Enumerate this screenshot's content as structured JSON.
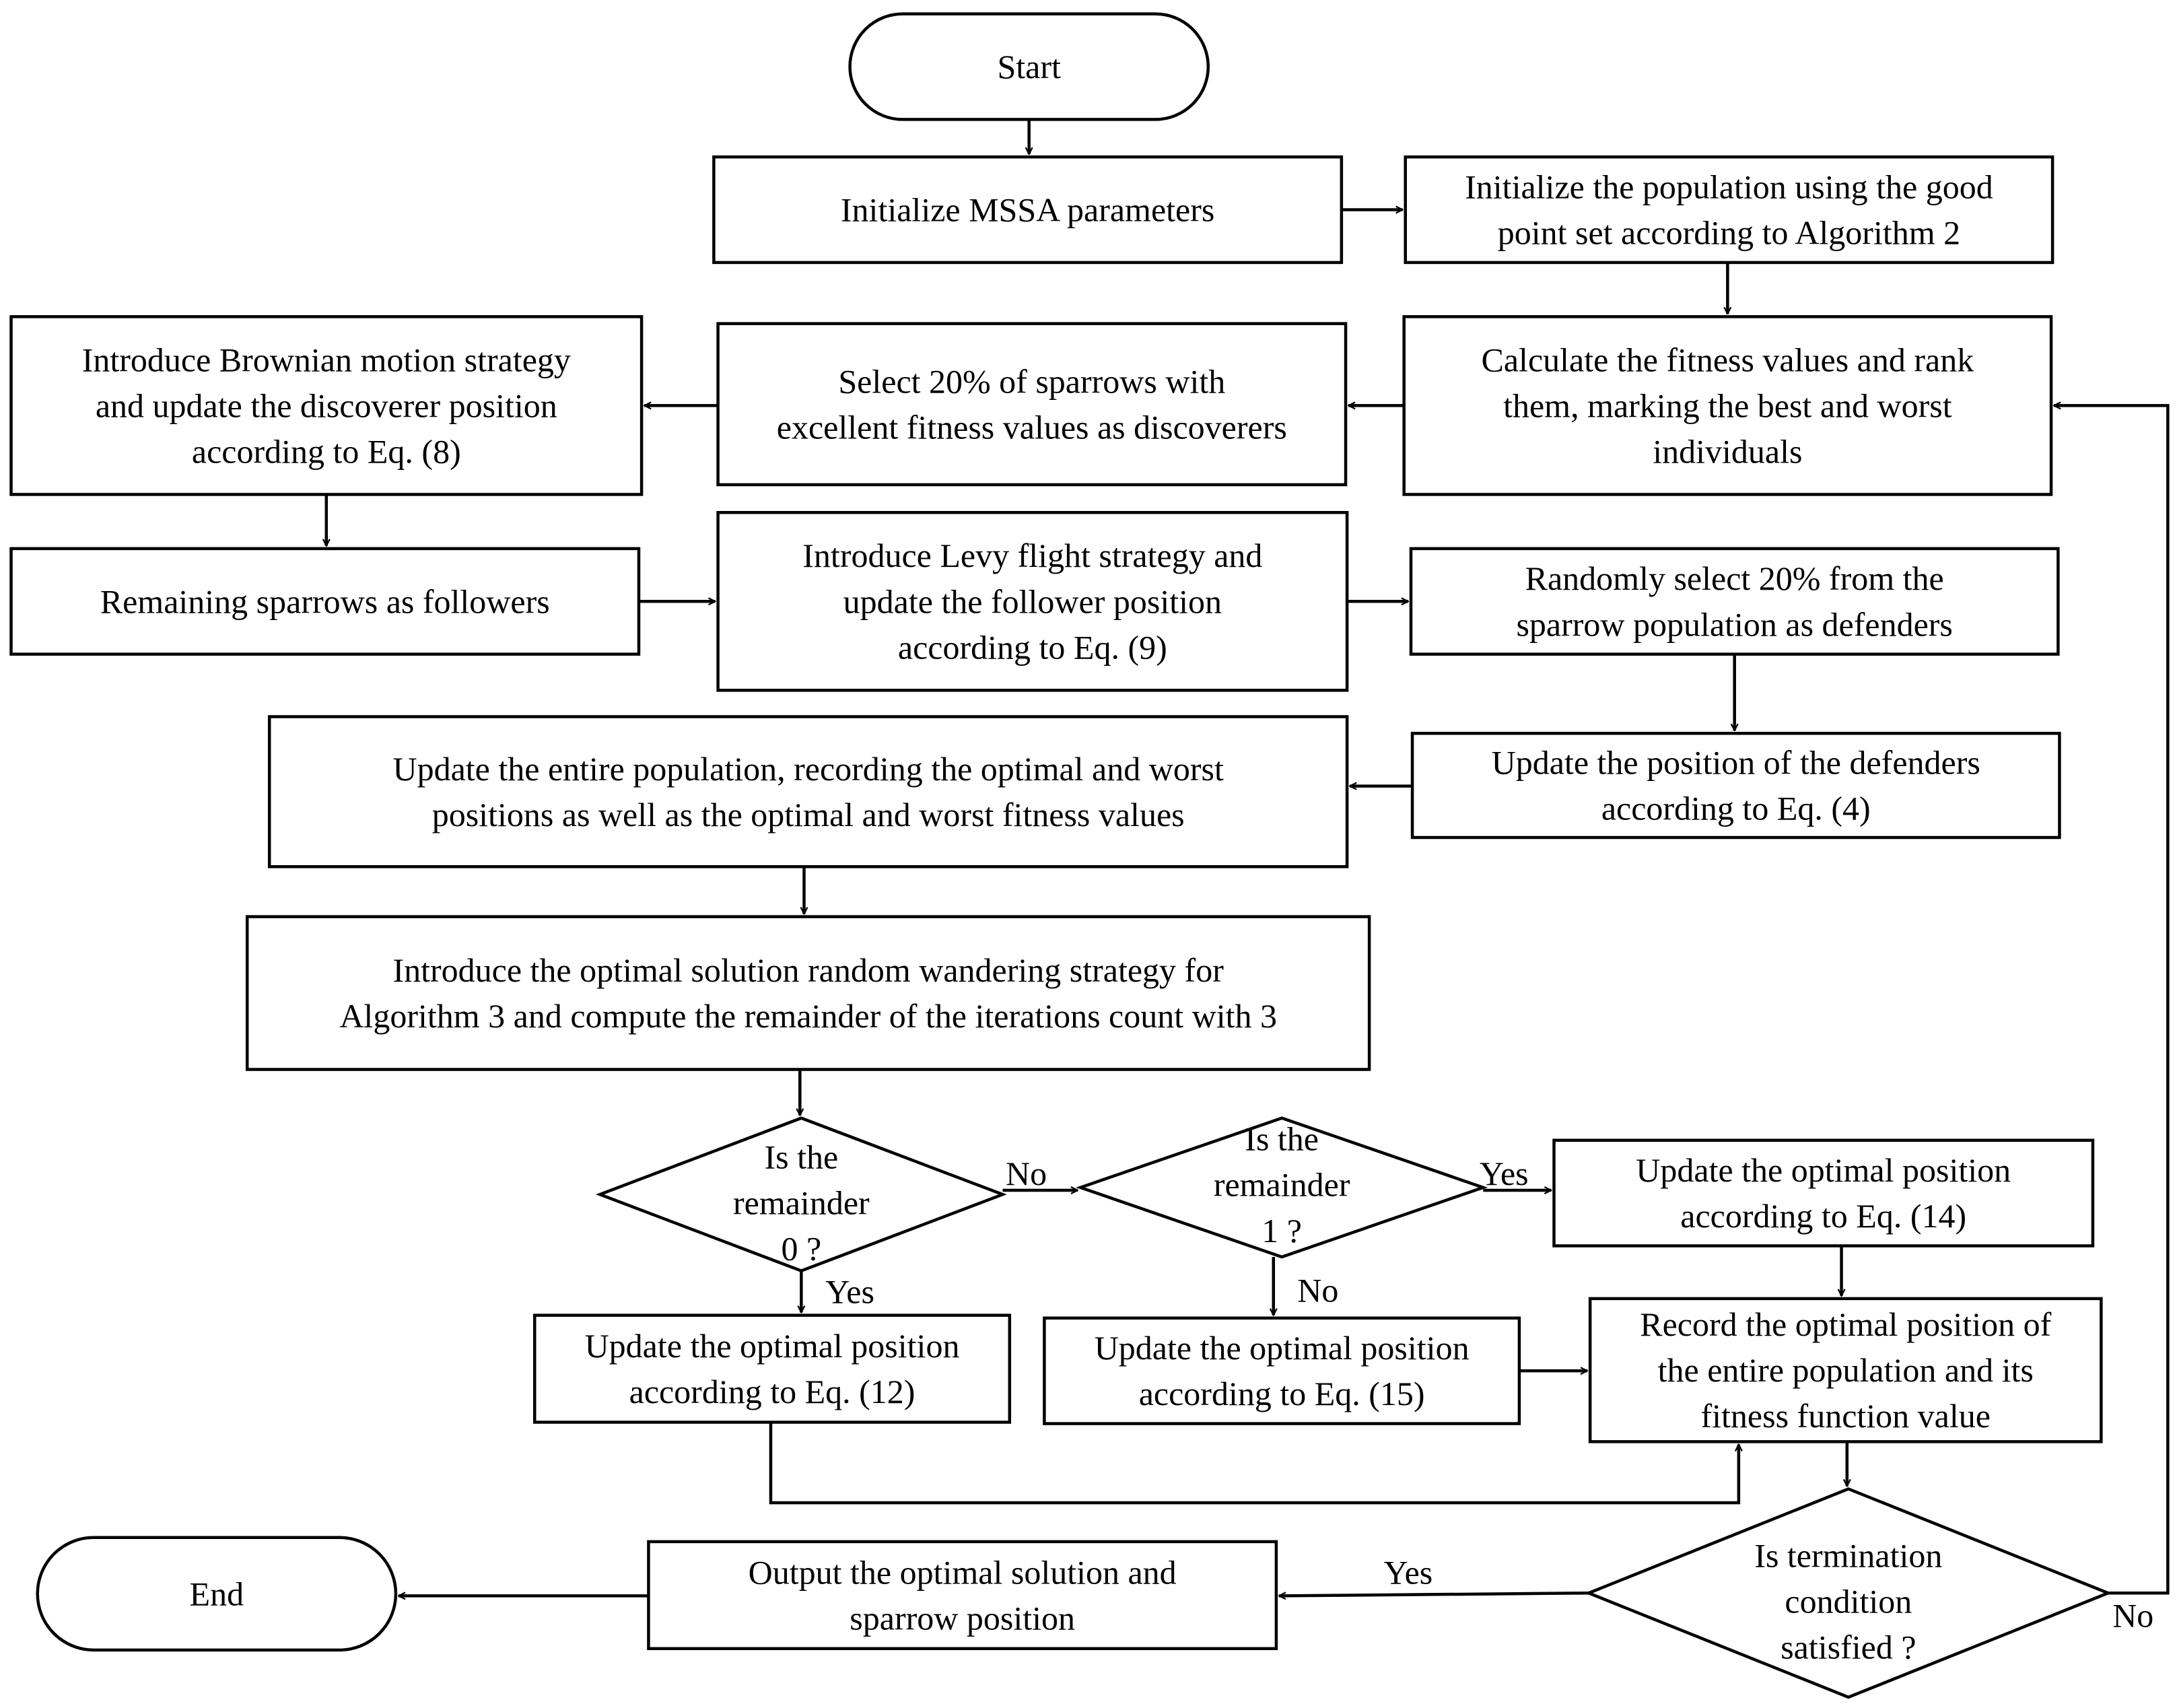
{
  "nodes": {
    "start": {
      "kind": "terminal",
      "lines": [
        "Start"
      ]
    },
    "init_params": {
      "kind": "process",
      "lines": [
        "Initialize MSSA parameters"
      ]
    },
    "init_pop": {
      "kind": "process",
      "lines": [
        "Initialize the population using the good",
        "point set according to Algorithm 2"
      ]
    },
    "calc_fitness": {
      "kind": "process",
      "lines": [
        "Calculate the fitness values and rank",
        "them, marking the best and worst",
        "individuals"
      ]
    },
    "select_discoverers": {
      "kind": "process",
      "lines": [
        "Select 20% of sparrows with",
        "excellent fitness values as discoverers"
      ]
    },
    "brownian": {
      "kind": "process",
      "lines": [
        "Introduce Brownian motion strategy",
        "and update the discoverer position",
        "according to Eq. (8)"
      ]
    },
    "followers": {
      "kind": "process",
      "lines": [
        "Remaining sparrows as followers"
      ]
    },
    "levy": {
      "kind": "process",
      "lines": [
        "Introduce Levy flight strategy and",
        "update the follower position",
        "according to Eq. (9)"
      ]
    },
    "defenders_select": {
      "kind": "process",
      "lines": [
        "Randomly select 20% from the",
        "sparrow population as defenders"
      ]
    },
    "defenders_update": {
      "kind": "process",
      "lines": [
        "Update the position of the defenders",
        "according to Eq. (4)"
      ]
    },
    "update_population": {
      "kind": "process",
      "lines": [
        "Update the entire population, recording the optimal and worst",
        "positions as well as the optimal and worst fitness values"
      ]
    },
    "random_wandering": {
      "kind": "process",
      "lines": [
        "Introduce the optimal solution random wandering strategy for",
        "Algorithm 3 and compute the remainder of the iterations count with 3"
      ]
    },
    "decision_rem0": {
      "kind": "decision",
      "lines": [
        "Is the",
        "remainder",
        "0 ?"
      ]
    },
    "decision_rem1": {
      "kind": "decision",
      "lines": [
        "Is the",
        "remainder",
        "1 ?"
      ]
    },
    "eq14": {
      "kind": "process",
      "lines": [
        "Update the optimal position",
        "according to Eq. (14)"
      ]
    },
    "eq12": {
      "kind": "process",
      "lines": [
        "Update the optimal position",
        "according to Eq. (12)"
      ]
    },
    "eq15": {
      "kind": "process",
      "lines": [
        "Update the optimal position",
        "according to Eq. (15)"
      ]
    },
    "record": {
      "kind": "process",
      "lines": [
        "Record the optimal position of",
        "the entire population and its",
        "fitness function value"
      ]
    },
    "decision_term": {
      "kind": "decision",
      "lines": [
        "Is termination",
        "condition",
        "satisfied ?"
      ]
    },
    "output": {
      "kind": "process",
      "lines": [
        "Output the optimal solution and",
        "sparrow position"
      ]
    },
    "end": {
      "kind": "terminal",
      "lines": [
        "End"
      ]
    }
  },
  "edge_labels": {
    "rem0_no": "No",
    "rem0_yes": "Yes",
    "rem1_yes": "Yes",
    "rem1_no": "No",
    "term_yes": "Yes",
    "term_no": "No"
  },
  "edges": [
    {
      "from": "start",
      "to": "init_params"
    },
    {
      "from": "init_params",
      "to": "init_pop"
    },
    {
      "from": "init_pop",
      "to": "calc_fitness"
    },
    {
      "from": "calc_fitness",
      "to": "select_discoverers"
    },
    {
      "from": "select_discoverers",
      "to": "brownian"
    },
    {
      "from": "brownian",
      "to": "followers"
    },
    {
      "from": "followers",
      "to": "levy"
    },
    {
      "from": "levy",
      "to": "defenders_select"
    },
    {
      "from": "defenders_select",
      "to": "defenders_update"
    },
    {
      "from": "defenders_update",
      "to": "update_population"
    },
    {
      "from": "update_population",
      "to": "random_wandering"
    },
    {
      "from": "random_wandering",
      "to": "decision_rem0"
    },
    {
      "from": "decision_rem0",
      "to": "decision_rem1",
      "label": "No"
    },
    {
      "from": "decision_rem0",
      "to": "eq12",
      "label": "Yes"
    },
    {
      "from": "decision_rem1",
      "to": "eq14",
      "label": "Yes"
    },
    {
      "from": "decision_rem1",
      "to": "eq15",
      "label": "No"
    },
    {
      "from": "eq14",
      "to": "record"
    },
    {
      "from": "eq15",
      "to": "record"
    },
    {
      "from": "eq12",
      "to": "record"
    },
    {
      "from": "record",
      "to": "decision_term"
    },
    {
      "from": "decision_term",
      "to": "output",
      "label": "Yes"
    },
    {
      "from": "decision_term",
      "to": "calc_fitness",
      "label": "No"
    },
    {
      "from": "output",
      "to": "end"
    }
  ],
  "colors": {
    "stroke": "#000000",
    "fill": "#ffffff",
    "text": "#000000"
  }
}
